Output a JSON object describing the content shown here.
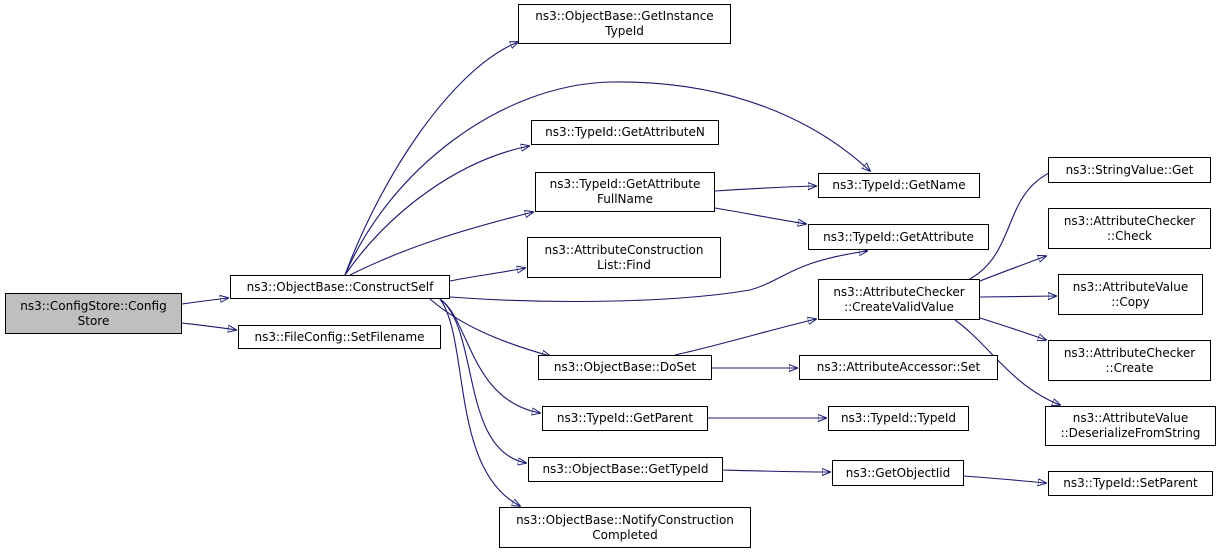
{
  "colors": {
    "edge": "#191970",
    "root_fill": "#bfbfbf",
    "node_fill": "#ffffff",
    "border": "#000000"
  },
  "nodes": {
    "configstore": [
      "ns3::ConfigStore::Config",
      "Store"
    ],
    "constructself": [
      "ns3::ObjectBase::ConstructSelf"
    ],
    "setfilename": [
      "ns3::FileConfig::SetFilename"
    ],
    "getinstancetypeid": [
      "ns3::ObjectBase::GetInstance",
      "TypeId"
    ],
    "getattributen": [
      "ns3::TypeId::GetAttributeN"
    ],
    "getattributefullname": [
      "ns3::TypeId::GetAttribute",
      "FullName"
    ],
    "acl_find": [
      "ns3::AttributeConstruction",
      "List::Find"
    ],
    "doset": [
      "ns3::ObjectBase::DoSet"
    ],
    "getparent": [
      "ns3::TypeId::GetParent"
    ],
    "gettypeid": [
      "ns3::ObjectBase::GetTypeId"
    ],
    "notifyconstructioncompleted": [
      "ns3::ObjectBase::NotifyConstruction",
      "Completed"
    ],
    "getname": [
      "ns3::TypeId::GetName"
    ],
    "getattribute": [
      "ns3::TypeId::GetAttribute"
    ],
    "createvalidvalue": [
      "ns3::AttributeChecker",
      "::CreateValidValue"
    ],
    "accessor_set": [
      "ns3::AttributeAccessor::Set"
    ],
    "typeid_ctor": [
      "ns3::TypeId::TypeId"
    ],
    "getobjectiid": [
      "ns3::GetObjectIid"
    ],
    "stringvalue_get": [
      "ns3::StringValue::Get"
    ],
    "checker_check": [
      "ns3::AttributeChecker",
      "::Check"
    ],
    "value_copy": [
      "ns3::AttributeValue",
      "::Copy"
    ],
    "checker_create": [
      "ns3::AttributeChecker",
      "::Create"
    ],
    "value_deserialize": [
      "ns3::AttributeValue",
      "::DeserializeFromString"
    ],
    "setparent": [
      "ns3::TypeId::SetParent"
    ]
  }
}
